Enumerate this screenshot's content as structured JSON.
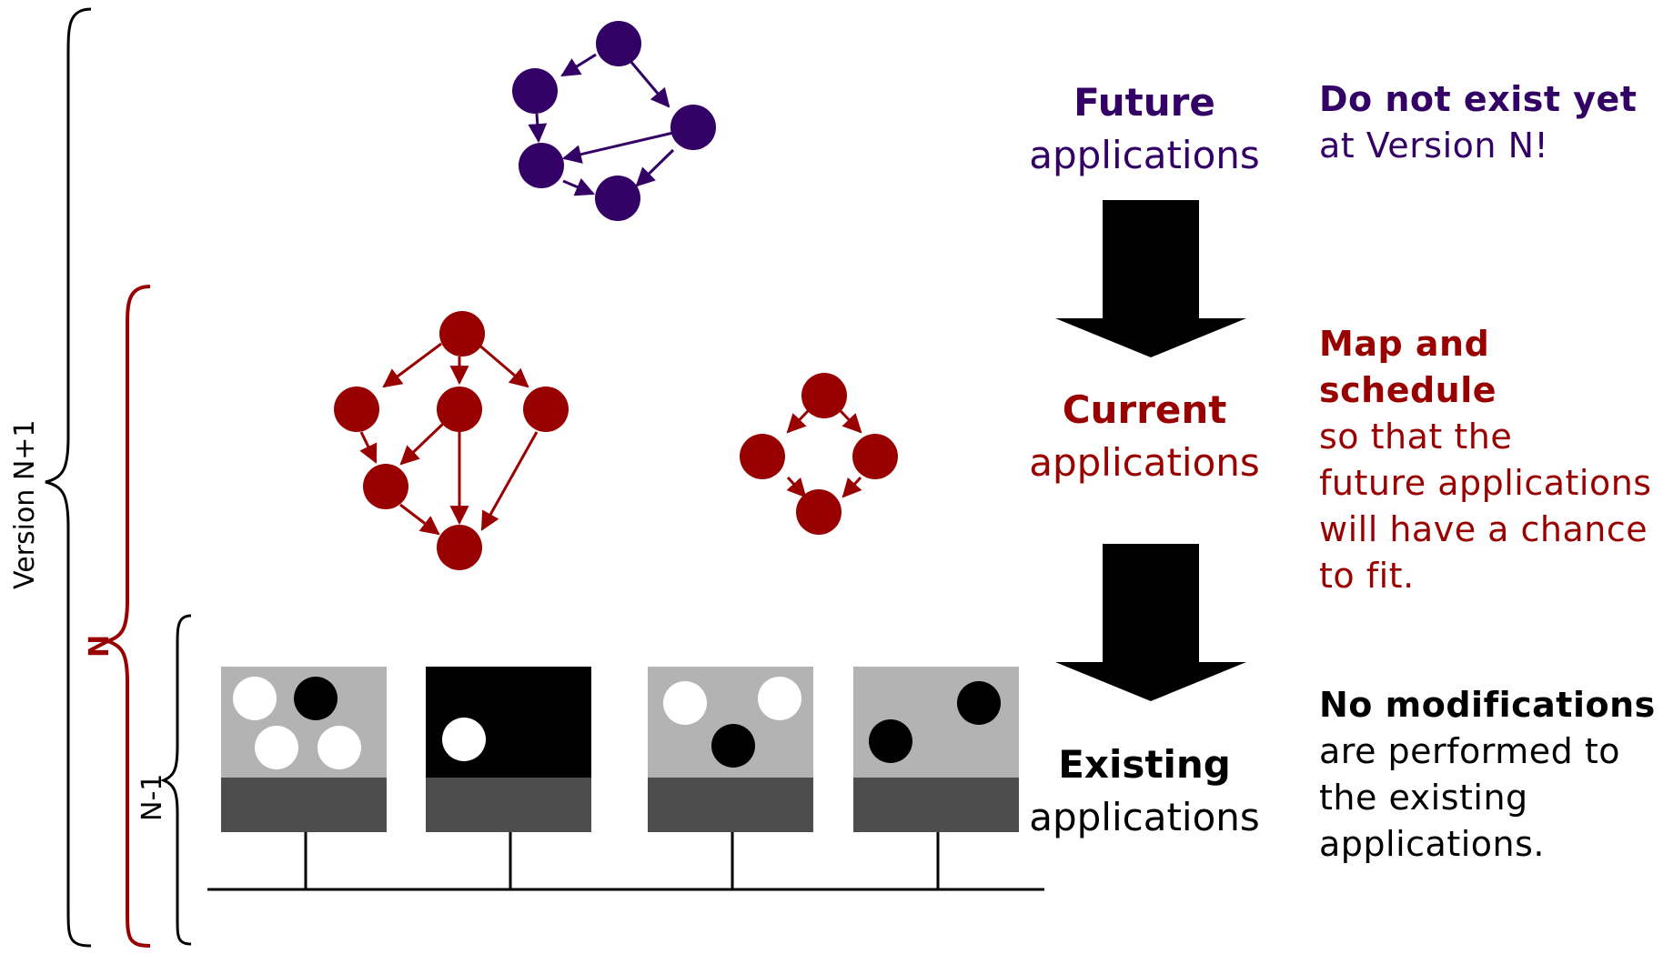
{
  "brackets": {
    "outer_label": "Version N+1",
    "middle_label": "N",
    "inner_label": "N-1"
  },
  "stages": {
    "future": {
      "bold": "Future",
      "plain": "applications",
      "color": "#330066"
    },
    "current": {
      "bold": "Current",
      "plain": "applications",
      "color": "#990000"
    },
    "existing": {
      "bold": "Existing",
      "plain": "applications",
      "color": "#000000"
    }
  },
  "notes": {
    "future": {
      "bold": "Do not exist yet",
      "lines": [
        "at Version N!"
      ],
      "color": "#330066"
    },
    "current": {
      "bold": "Map and schedule",
      "lines": [
        "so that the",
        "future applications",
        "will have a chance",
        "to fit."
      ],
      "color": "#990000"
    },
    "existing": {
      "bold": "No modifications",
      "lines": [
        "are performed to",
        "the existing",
        "applications."
      ],
      "color": "#000000"
    }
  },
  "colors": {
    "future_graph": "#330066",
    "current_graph": "#990000",
    "node_light_bg": "#b3b3b3",
    "node_dark_band": "#4d4d4d",
    "node_black_bg": "#000000"
  }
}
